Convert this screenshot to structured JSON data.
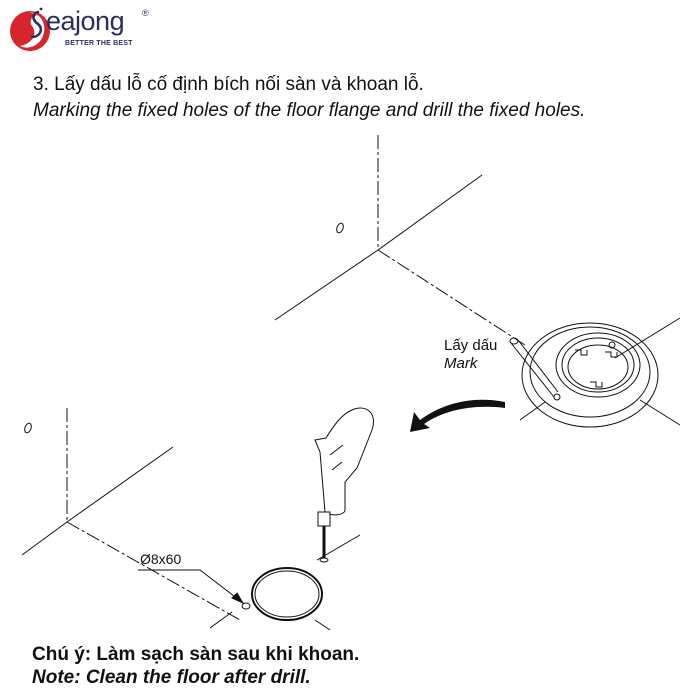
{
  "brand": {
    "name": "eajong",
    "initial": "S",
    "registered": "®",
    "tagline": "BETTER THE BEST",
    "colors": {
      "red": "#d7262b",
      "navy": "#2b2f5e"
    }
  },
  "step": {
    "title_vi": "3. Lấy dấu lỗ cố định bích nối sàn và khoan lỗ.",
    "title_en": "Marking the fixed holes of the floor flange and drill the fixed holes."
  },
  "diagram": {
    "mark_label_vi": "Lấy dấu",
    "mark_label_en": "Mark",
    "drill_dimension": "Ø8x60",
    "elements": [
      "wall-corner-upper",
      "wall-corner-lower",
      "floor-flange",
      "marking-pen",
      "curved-arrow",
      "electric-drill",
      "floor-hole-circle",
      "drill-hole-marker"
    ]
  },
  "note": {
    "vi": "Chú ý: Làm sạch sàn sau khi khoan.",
    "en": "Note: Clean the floor after drill."
  }
}
